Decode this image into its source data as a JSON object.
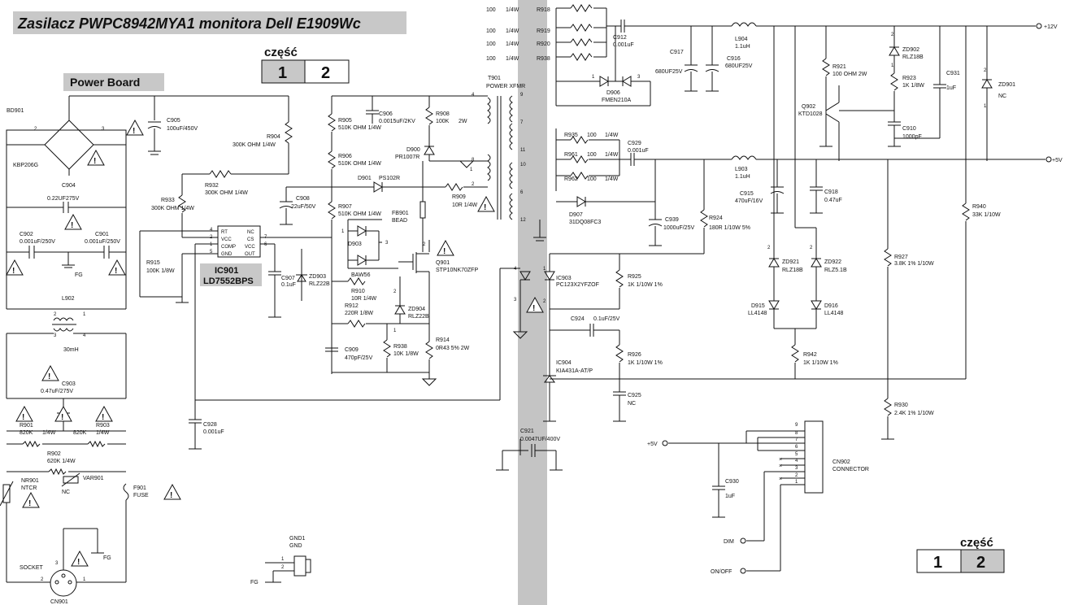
{
  "title": "Zasilacz PWPC8942MYA1 monitora Dell E1909Wc",
  "part_top": {
    "label": "część",
    "num1": "1",
    "num2": "2"
  },
  "part_bottom": {
    "label": "część",
    "num1": "1",
    "num2": "2"
  },
  "power_board": "Power Board",
  "ic901": {
    "ref": "IC901",
    "part": "LD7552BPS",
    "pins": [
      "RT",
      "VCC",
      "COMP",
      "GND",
      "NC",
      "CS",
      "VCC",
      "OUT"
    ],
    "pin_nums": [
      "4",
      "2",
      "1",
      "5",
      "7",
      "6"
    ]
  },
  "labels": {
    "bd901": "BD901",
    "kbp": "KBP206G",
    "c904": "C904",
    "c904v": "0.22UF275V",
    "c902": "C902",
    "c902v": "0.001uF/250V",
    "c901": "C901",
    "c901v": "0.001uF/250V",
    "fg": "FG",
    "l902": "L902",
    "mh": "30mH",
    "c903": "C903",
    "c903v": "0.47uF/275V",
    "r901": "R901",
    "r901v": "820K",
    "r901w": "1/4W",
    "r903": "R903",
    "r903v": "820K",
    "r903w": "1/4W",
    "r902": "R902",
    "r902v": "620K   1/4W",
    "nr901": "NR901",
    "ntcr": "NTCR",
    "var901": "VAR901",
    "nc": "NC",
    "f901": "F901",
    "fuse": "FUSE",
    "socket": "SOCKET",
    "cn901": "CN901",
    "gnd1": "GND1",
    "gnd": "GND",
    "fg2": "FG",
    "c905": "C905",
    "c905v": "100uF/450V",
    "r904": "R904",
    "r904v": "300K OHM 1/4W",
    "r932": "R932",
    "r932v": "300K OHM 1/4W",
    "r933": "R933",
    "r933v": "300K OHM 1/4W",
    "r915": "R915",
    "r915v": "100K 1/8W",
    "c928": "C928",
    "c928v": "0.001uF",
    "c907": "C907",
    "c907v": "0.1uF",
    "zd903": "ZD903",
    "zd903v": "RLZ22B",
    "r905": "R905",
    "r905v": "510K OHM 1/4W",
    "r906": "R906",
    "r906v": "510K OHM 1/4W",
    "r907": "R907",
    "r907v": "510K OHM 1/4W",
    "c908": "C908",
    "c908v": "22uF/50V",
    "c906": "C906",
    "c906v": "0.0015uF/2KV",
    "r908": "R908",
    "r908v": "100K",
    "r908w": "2W",
    "d900": "D900",
    "d900v": "PR1007R",
    "d901": "D901",
    "d901v": "PS102R",
    "r909": "R909",
    "r909v": "10R 1/4W",
    "fb901": "FB901",
    "bead": "BEAD",
    "d903": "D903",
    "baw": "BAW56",
    "r910": "R910",
    "r910v": "10R 1/4W",
    "r912": "R912",
    "r912v": "220R 1/8W",
    "zd904": "ZD904",
    "zd904v": "RLZ22B",
    "q901": "Q901",
    "q901v": "STP10NK70ZFP",
    "c909": "C909",
    "c909v": "470pF/25V",
    "r938": "R938",
    "r938v": "10K 1/8W",
    "r914": "R914",
    "r914v": "0R43 5% 2W",
    "t901": "T901",
    "xfmr": "POWER XFMR",
    "r918": "R918",
    "r919": "R919",
    "r920": "R920",
    "r938b": "R938",
    "r100": "100",
    "w14": "1/4W",
    "c912": "C912",
    "c912v": "0.001uF",
    "d906": "D906",
    "d906v": "FMEN210A",
    "l904": "L904",
    "l904v": "1.1uH",
    "c917": "C917",
    "c917v": "680UF25V",
    "c916": "C916",
    "c916v": "680UF25V",
    "r921": "R921",
    "r921v": "100 OHM 2W",
    "zd902": "ZD902",
    "zd902v": "RLZ18B",
    "r923": "R923",
    "r923v": "1K 1/8W",
    "c931": "C931",
    "c931v": "1uF",
    "zd901": "ZD901",
    "zd901v": "NC",
    "q902": "Q902",
    "q902v": "KTD1028",
    "c910": "C910",
    "c910v": "1000pF",
    "plus12": "+12V",
    "plus5": "+5V",
    "r935": "R935",
    "r961": "R961",
    "r962": "R962",
    "c929": "C929",
    "c929v": "0.001uF",
    "l903": "L903",
    "l903v": "1.1uH",
    "d907": "D907",
    "d907v": "31DQ08FC3",
    "c939": "C939",
    "c939v": "1000uF/25V",
    "c915": "C915",
    "c915v": "470uF/16V",
    "c918": "C918",
    "c918v": "0.47uF",
    "r924": "R924",
    "r924v": "180R 1/10W 5%",
    "r940": "R940",
    "r940v": "33K 1/10W",
    "ic903": "IC903",
    "ic903v": "PC123X2YFZOF",
    "r925": "R925",
    "r925v": "1K 1/10W 1%",
    "zd921": "ZD921",
    "zd921v": "RLZ18B",
    "zd922": "ZD922",
    "zd922v": "RLZ5.1B",
    "d915": "D915",
    "d915v": "LL4148",
    "d916": "D916",
    "d916v": "LL4148",
    "r927": "R927",
    "r927v": "3.8K    1% 1/10W",
    "c924": "C924",
    "c924v": "0.1uF/25V",
    "r926": "R926",
    "r926v": "1K 1/10W 1%",
    "ic904": "IC904",
    "ic904v": "KIA431A-AT/P",
    "r942": "R942",
    "r942v": "1K 1/10W 1%",
    "c925": "C925",
    "c925v": "NC",
    "r930": "R930",
    "r930v": "2.4K    1% 1/10W",
    "c921": "C921",
    "c921v": "0.0047UF/400V",
    "c930": "C930",
    "c930v": "1uF",
    "cn902": "CN902",
    "connector": "CONNECTOR",
    "dim": "DIM",
    "onoff": "ON/OFF",
    "plus5b": "+5V"
  }
}
